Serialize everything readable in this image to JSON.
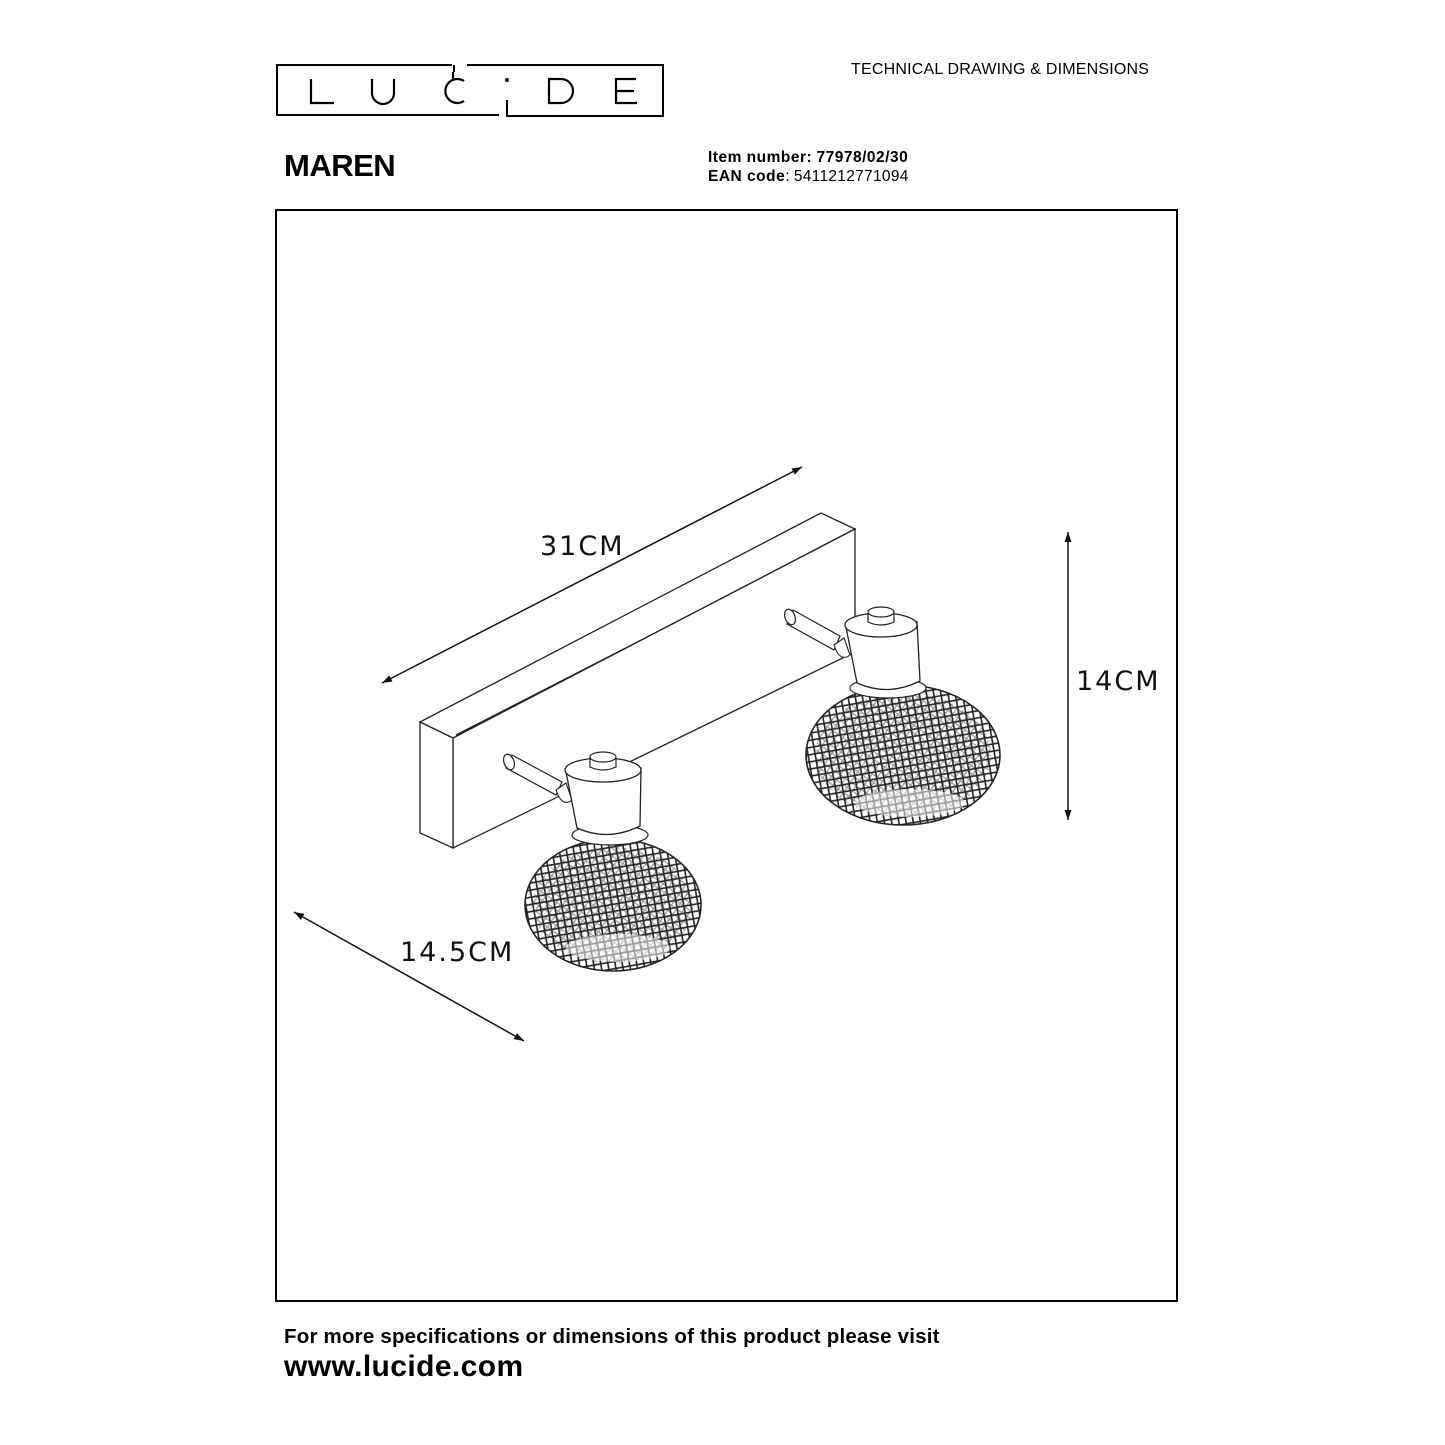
{
  "header": {
    "brand": "LUCIDE",
    "brand_letters": [
      "L",
      "U",
      "C",
      "i",
      "D",
      "E"
    ],
    "doc_type": "TECHNICAL DRAWING & DIMENSIONS"
  },
  "product": {
    "name": "MAREN",
    "item_number_label": "Item number:",
    "item_number": "77978/02/30",
    "ean_label": "EAN code",
    "ean_sep": ":",
    "ean_code": "5411212771094"
  },
  "drawing": {
    "subject": "two-spot wall/ceiling light with wire mesh shades on rectangular base",
    "dimensions": {
      "length": "31CM",
      "height": "14CM",
      "depth": "14.5CM"
    },
    "line_color": "#000000"
  },
  "footer": {
    "note": "For more specifications or dimensions of this product please visit",
    "url": "www.lucide.com"
  }
}
